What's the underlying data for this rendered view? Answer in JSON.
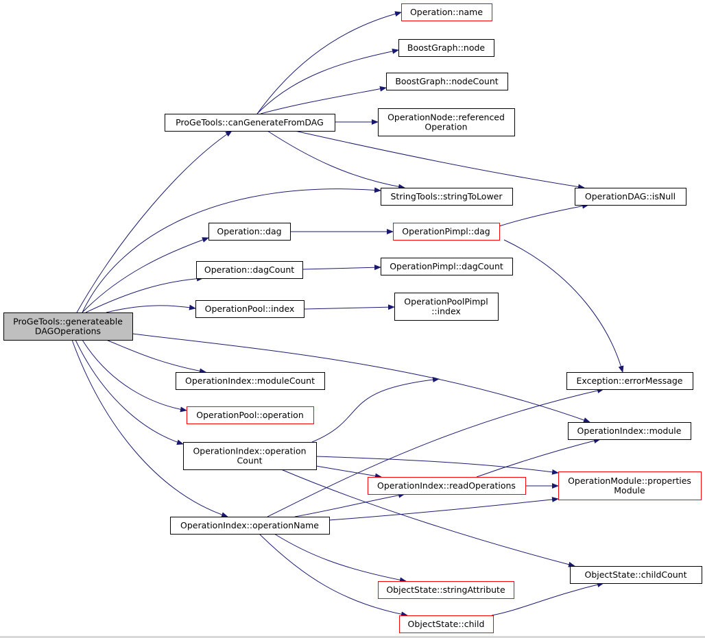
{
  "colors": {
    "edge": "#191970",
    "border_normal": "#000000",
    "border_truncated": "#ff0000",
    "fill_root": "#bfbfbf",
    "fill_normal": "#ffffff"
  },
  "nodes": [
    {
      "id": "generateable",
      "lines": [
        "ProGeTools::generateable",
        "DAGOperations"
      ],
      "style": "root"
    },
    {
      "id": "canGenerate",
      "lines": [
        "ProGeTools::canGenerateFromDAG"
      ],
      "style": "normal"
    },
    {
      "id": "opName",
      "lines": [
        "Operation::name"
      ],
      "style": "truncated"
    },
    {
      "id": "bgNode",
      "lines": [
        "BoostGraph::node"
      ],
      "style": "normal"
    },
    {
      "id": "bgNodeCount",
      "lines": [
        "BoostGraph::nodeCount"
      ],
      "style": "normal"
    },
    {
      "id": "opNodeRef",
      "lines": [
        "OperationNode::referenced",
        "Operation"
      ],
      "style": "normal"
    },
    {
      "id": "stringToLower",
      "lines": [
        "StringTools::stringToLower"
      ],
      "style": "normal"
    },
    {
      "id": "opDagIsNull",
      "lines": [
        "OperationDAG::isNull"
      ],
      "style": "normal"
    },
    {
      "id": "opDag",
      "lines": [
        "Operation::dag"
      ],
      "style": "normal"
    },
    {
      "id": "opPimplDag",
      "lines": [
        "OperationPimpl::dag"
      ],
      "style": "truncated"
    },
    {
      "id": "opDagCount",
      "lines": [
        "Operation::dagCount"
      ],
      "style": "normal"
    },
    {
      "id": "opPimplDagCount",
      "lines": [
        "OperationPimpl::dagCount"
      ],
      "style": "normal"
    },
    {
      "id": "opPoolIndex",
      "lines": [
        "OperationPool::index"
      ],
      "style": "normal"
    },
    {
      "id": "opPoolPimplIndex",
      "lines": [
        "OperationPoolPimpl",
        "::index"
      ],
      "style": "normal"
    },
    {
      "id": "opIndexModuleCount",
      "lines": [
        "OperationIndex::moduleCount"
      ],
      "style": "normal"
    },
    {
      "id": "opPoolOperation",
      "lines": [
        "OperationPool::operation"
      ],
      "style": "truncated"
    },
    {
      "id": "exceptionErrorMessage",
      "lines": [
        "Exception::errorMessage"
      ],
      "style": "normal"
    },
    {
      "id": "opIndexModule",
      "lines": [
        "OperationIndex::module"
      ],
      "style": "normal"
    },
    {
      "id": "opIndexOperationCount",
      "lines": [
        "OperationIndex::operation",
        "Count"
      ],
      "style": "normal"
    },
    {
      "id": "opIndexReadOperations",
      "lines": [
        "OperationIndex::readOperations"
      ],
      "style": "truncated"
    },
    {
      "id": "opModuleProperties",
      "lines": [
        "OperationModule::properties",
        "Module"
      ],
      "style": "truncated"
    },
    {
      "id": "opIndexOperationName",
      "lines": [
        "OperationIndex::operationName"
      ],
      "style": "normal"
    },
    {
      "id": "objStateChildCount",
      "lines": [
        "ObjectState::childCount"
      ],
      "style": "normal"
    },
    {
      "id": "objStateStringAttribute",
      "lines": [
        "ObjectState::stringAttribute"
      ],
      "style": "truncated"
    },
    {
      "id": "objStateChild",
      "lines": [
        "ObjectState::child"
      ],
      "style": "truncated"
    }
  ],
  "edges": [
    {
      "from": "generateable",
      "to": "canGenerate"
    },
    {
      "from": "generateable",
      "to": "stringToLower"
    },
    {
      "from": "generateable",
      "to": "opDag"
    },
    {
      "from": "generateable",
      "to": "opDagCount"
    },
    {
      "from": "generateable",
      "to": "opPoolIndex"
    },
    {
      "from": "generateable",
      "to": "opIndexModuleCount"
    },
    {
      "from": "generateable",
      "to": "opPoolOperation"
    },
    {
      "from": "generateable",
      "to": "opIndexModule"
    },
    {
      "from": "generateable",
      "to": "opIndexOperationCount"
    },
    {
      "from": "generateable",
      "to": "opIndexOperationName"
    },
    {
      "from": "canGenerate",
      "to": "opName"
    },
    {
      "from": "canGenerate",
      "to": "bgNode"
    },
    {
      "from": "canGenerate",
      "to": "bgNodeCount"
    },
    {
      "from": "canGenerate",
      "to": "opNodeRef"
    },
    {
      "from": "canGenerate",
      "to": "stringToLower"
    },
    {
      "from": "canGenerate",
      "to": "opDagIsNull"
    },
    {
      "from": "opDag",
      "to": "opPimplDag"
    },
    {
      "from": "opPimplDag",
      "to": "opDagIsNull"
    },
    {
      "from": "opPimplDag",
      "to": "exceptionErrorMessage"
    },
    {
      "from": "opDagCount",
      "to": "opPimplDagCount"
    },
    {
      "from": "opPoolIndex",
      "to": "opPoolPimplIndex"
    },
    {
      "from": "opIndexOperationCount",
      "to": "exceptionErrorMessage"
    },
    {
      "from": "opIndexOperationCount",
      "to": "opIndexReadOperations"
    },
    {
      "from": "opIndexOperationCount",
      "to": "opModuleProperties"
    },
    {
      "from": "opIndexOperationCount",
      "to": "objStateChildCount"
    },
    {
      "from": "opIndexReadOperations",
      "to": "opIndexModule"
    },
    {
      "from": "opIndexReadOperations",
      "to": "opModuleProperties"
    },
    {
      "from": "opIndexOperationName",
      "to": "exceptionErrorMessage"
    },
    {
      "from": "opIndexOperationName",
      "to": "opIndexReadOperations"
    },
    {
      "from": "opIndexOperationName",
      "to": "opModuleProperties"
    },
    {
      "from": "opIndexOperationName",
      "to": "objStateStringAttribute"
    },
    {
      "from": "opIndexOperationName",
      "to": "objStateChild"
    },
    {
      "from": "objStateChild",
      "to": "objStateChildCount"
    }
  ]
}
